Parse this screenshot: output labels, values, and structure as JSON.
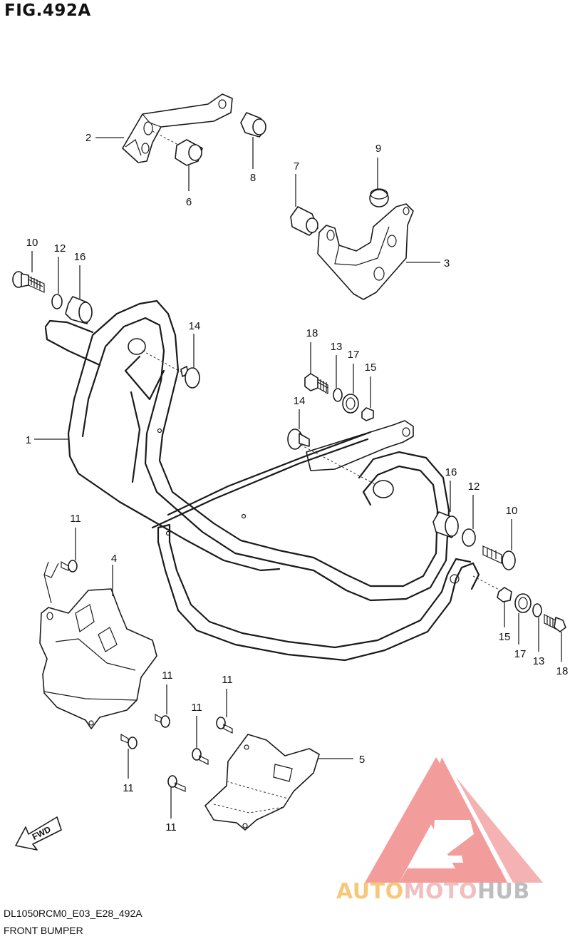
{
  "figure": {
    "title": "FIG.492A",
    "model_code": "DL1050RCM0_E03_E28_492A",
    "caption": "FRONT BUMPER",
    "direction_marker": "FWD"
  },
  "watermark": {
    "part1": "AUTO",
    "part2": "MOTO",
    "part3": "HUB",
    "colors": {
      "triangle": "#f28b8b",
      "part1": "#f7c87a",
      "part2": "#f0bfbf",
      "part3": "#bdbdbd"
    }
  },
  "callouts": [
    {
      "id": "c1",
      "text": "1"
    },
    {
      "id": "c2",
      "text": "2"
    },
    {
      "id": "c3",
      "text": "3"
    },
    {
      "id": "c4",
      "text": "4"
    },
    {
      "id": "c5",
      "text": "5"
    },
    {
      "id": "c6",
      "text": "6"
    },
    {
      "id": "c7",
      "text": "7"
    },
    {
      "id": "c8",
      "text": "8"
    },
    {
      "id": "c9",
      "text": "9"
    },
    {
      "id": "c10a",
      "text": "10"
    },
    {
      "id": "c10b",
      "text": "10"
    },
    {
      "id": "c11a",
      "text": "11"
    },
    {
      "id": "c11b",
      "text": "11"
    },
    {
      "id": "c11c",
      "text": "11"
    },
    {
      "id": "c11d",
      "text": "11"
    },
    {
      "id": "c11e",
      "text": "11"
    },
    {
      "id": "c11f",
      "text": "11"
    },
    {
      "id": "c12a",
      "text": "12"
    },
    {
      "id": "c12b",
      "text": "12"
    },
    {
      "id": "c13a",
      "text": "13"
    },
    {
      "id": "c13b",
      "text": "13"
    },
    {
      "id": "c14a",
      "text": "14"
    },
    {
      "id": "c14b",
      "text": "14"
    },
    {
      "id": "c15a",
      "text": "15"
    },
    {
      "id": "c15b",
      "text": "15"
    },
    {
      "id": "c16a",
      "text": "16"
    },
    {
      "id": "c16b",
      "text": "16"
    },
    {
      "id": "c17a",
      "text": "17"
    },
    {
      "id": "c17b",
      "text": "17"
    },
    {
      "id": "c18a",
      "text": "18"
    },
    {
      "id": "c18b",
      "text": "18"
    }
  ]
}
